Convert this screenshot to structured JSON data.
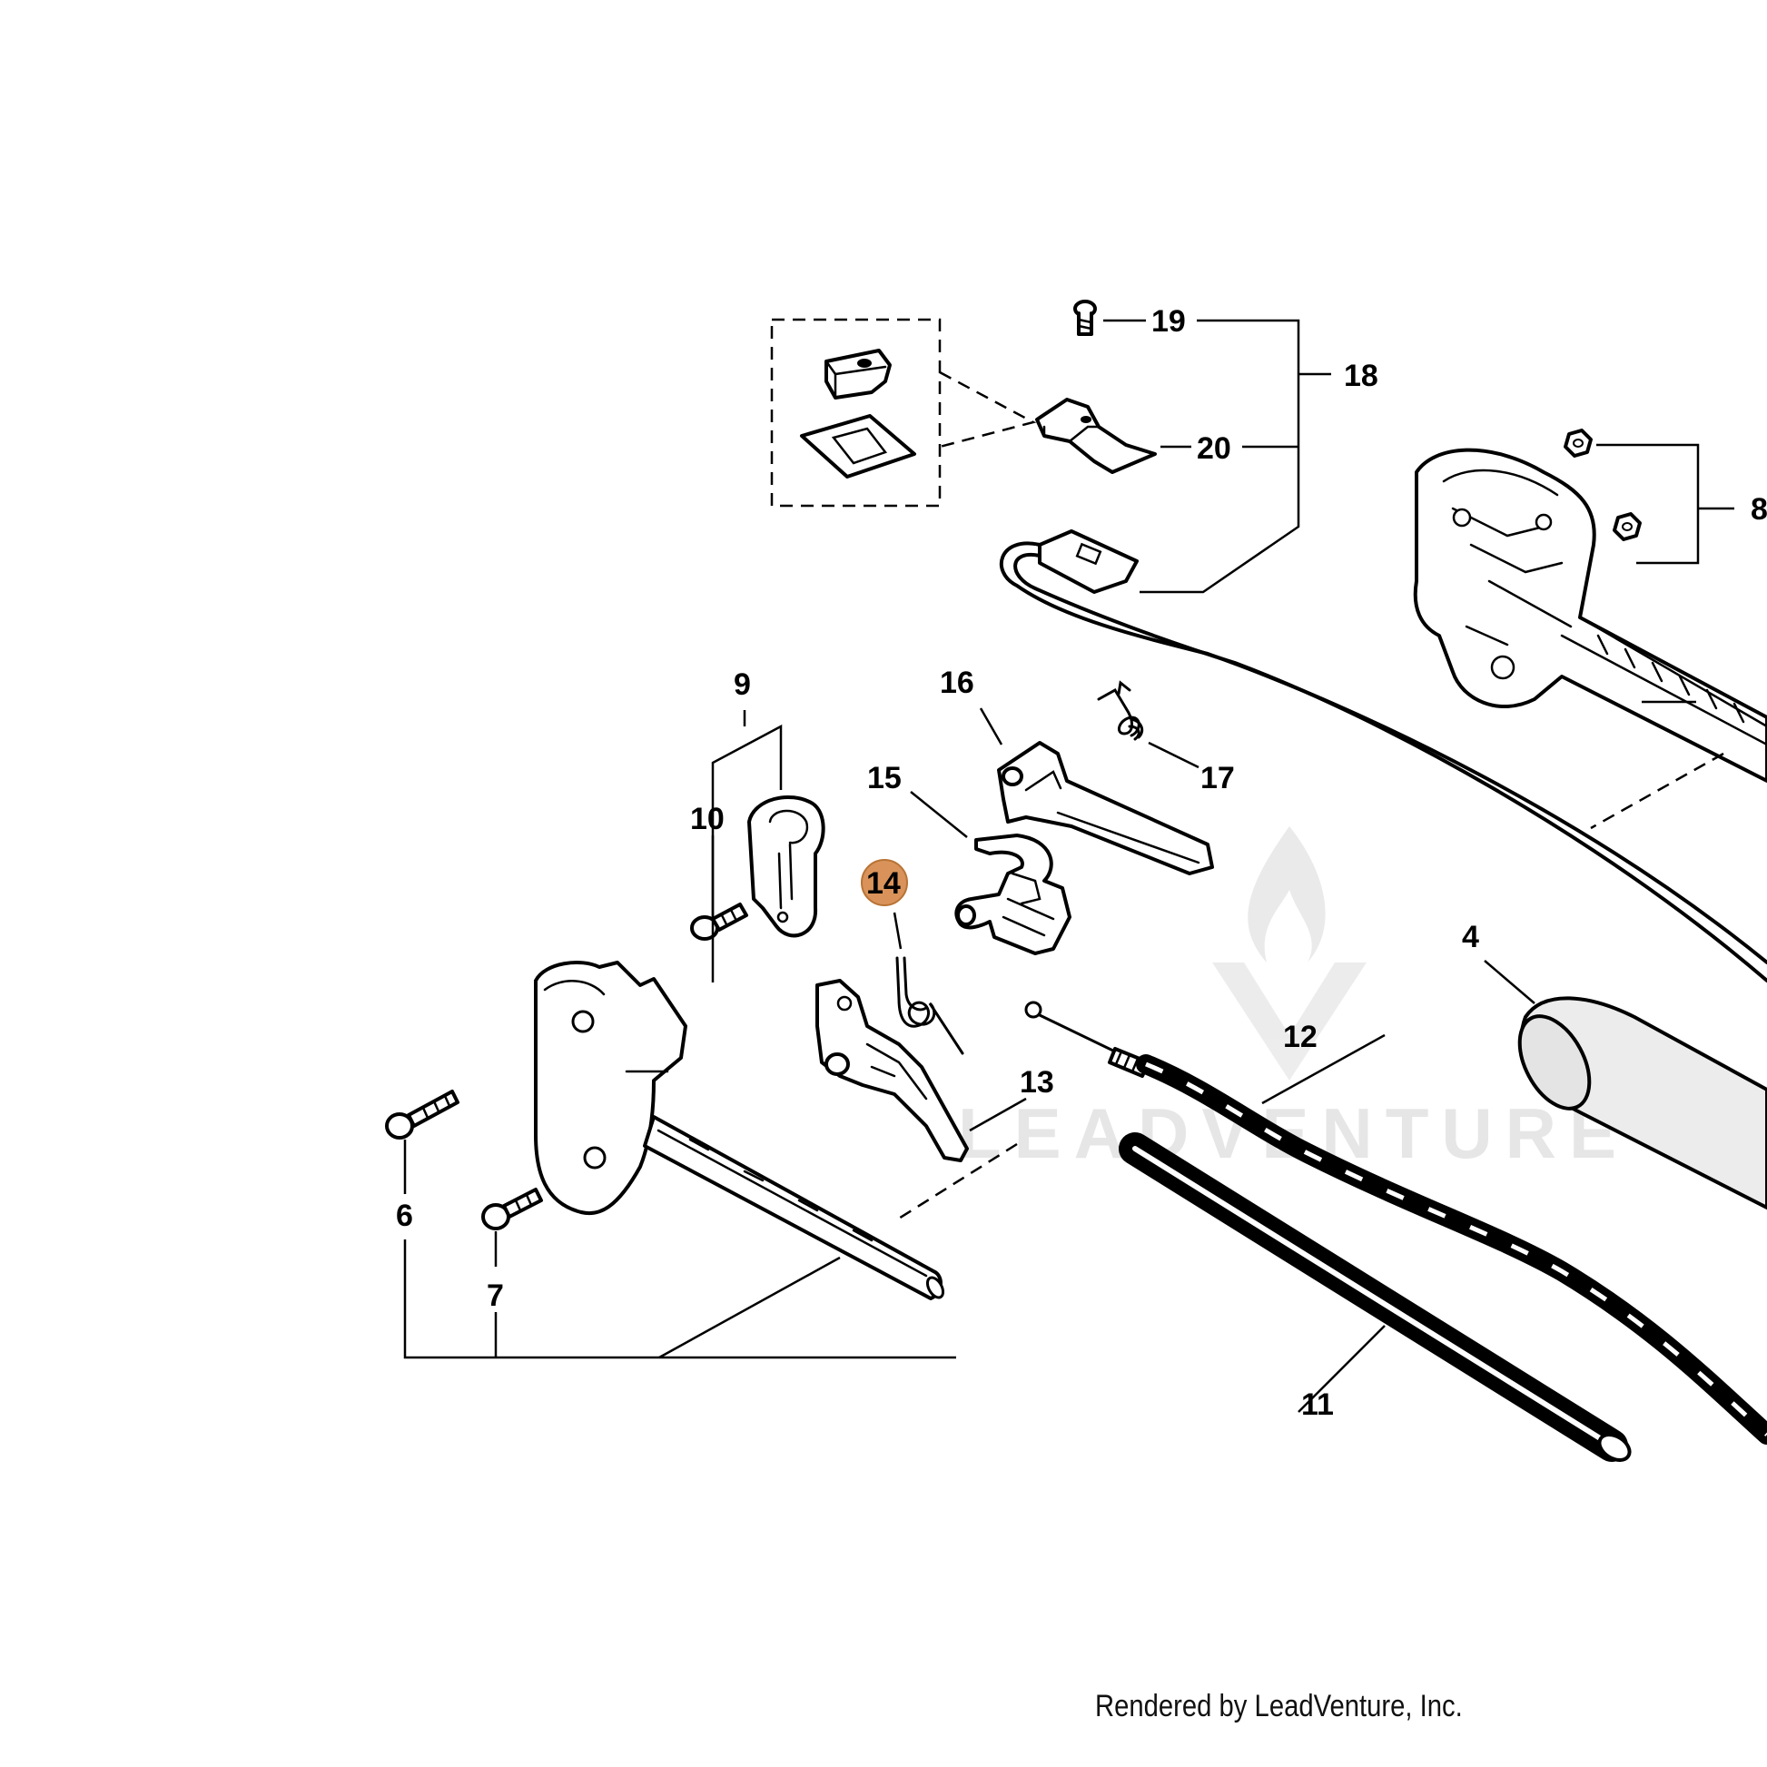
{
  "watermark": {
    "text": "LEADVENTURE"
  },
  "credit": "Rendered by LeadVenture, Inc.",
  "highlight_color": "#d9935a",
  "highlighted_part": "14",
  "callouts": {
    "c4": "4",
    "c6": "6",
    "c7": "7",
    "c8": "8",
    "c9": "9",
    "c10": "10",
    "c11": "11",
    "c12": "12",
    "c13": "13",
    "c14": "14",
    "c15": "15",
    "c16": "16",
    "c17": "17",
    "c18": "18",
    "c19": "19",
    "c20": "20"
  }
}
